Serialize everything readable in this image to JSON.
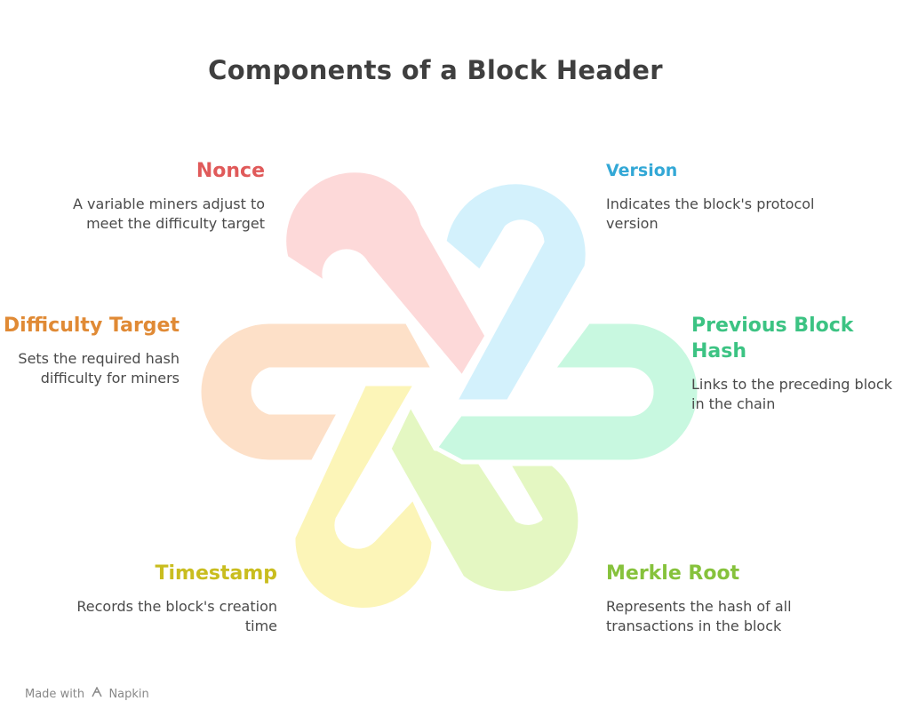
{
  "title": "Components of a Block Header",
  "items": {
    "nonce": {
      "label": "Nonce",
      "description": "A variable miners adjust to meet the difficulty target"
    },
    "version": {
      "label": "Version",
      "description": "Indicates the block's protocol version"
    },
    "difficulty": {
      "label": "Difficulty Target",
      "description": "Sets the required hash difficulty for miners"
    },
    "previous_hash": {
      "label": "Previous Block Hash",
      "description": "Links to the preceding block in the chain"
    },
    "timestamp": {
      "label": "Timestamp",
      "description": "Records the block's creation time"
    },
    "merkle": {
      "label": "Merkle Root",
      "description": "Represents the hash of all transactions in the block"
    }
  },
  "footer": {
    "made_with": "Made with",
    "brand": "Napkin"
  },
  "colors": {
    "nonce": "#fdd9d9",
    "version": "#d3f1fc",
    "previous_hash": "#c8f8e0",
    "merkle": "#e4f7c2",
    "timestamp": "#fcf5b8",
    "difficulty": "#fde0c8"
  }
}
